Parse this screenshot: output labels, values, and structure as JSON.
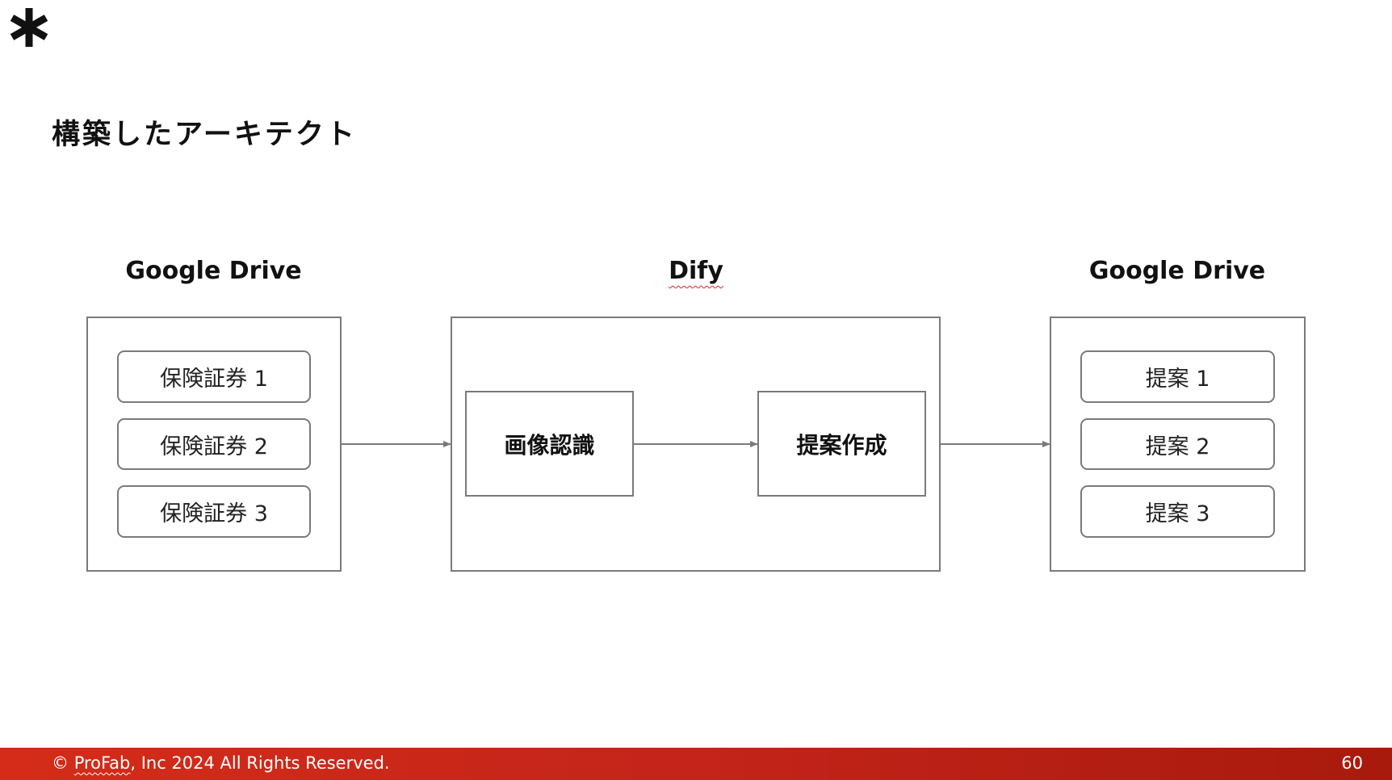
{
  "logo": {
    "icon": "asterisk-logo-icon"
  },
  "title": "構築したアーキテクト",
  "diagram": {
    "left": {
      "label": "Google Drive",
      "items": [
        "保険証券 1",
        "保険証券 2",
        "保険証券 3"
      ]
    },
    "middle": {
      "label": "Dify",
      "steps": [
        "画像認識",
        "提案作成"
      ]
    },
    "right": {
      "label": "Google Drive",
      "items": [
        "提案 1",
        "提案 2",
        "提案 3"
      ]
    }
  },
  "footer": {
    "symbol": "©",
    "brand": "ProFab",
    "rest": ", Inc 2024 All Rights Reserved.",
    "page_number": "60"
  },
  "colors": {
    "footer_red": "#c4241a",
    "border_gray": "#7a7a7a"
  }
}
